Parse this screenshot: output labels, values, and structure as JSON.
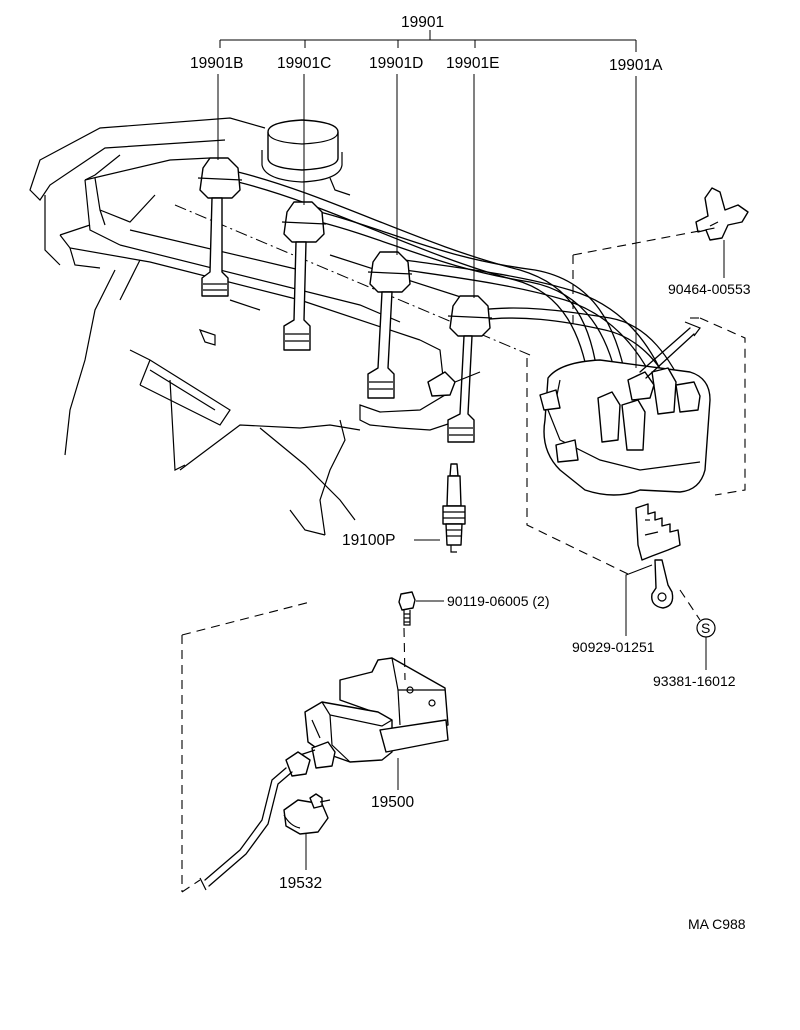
{
  "labels": {
    "assembly": "19901",
    "wire_b": "19901B",
    "wire_c": "19901C",
    "wire_d": "19901D",
    "wire_e": "19901E",
    "wire_a": "19901A",
    "clamp": "90464-00553",
    "spark_plug": "19100P",
    "bolt": "90119-06005 (2)",
    "bracket_terminal": "90929-01251",
    "screw": "93381-16012",
    "screw_marker": "S",
    "ignition_coil": "19500",
    "coil_cap": "19532",
    "figure_code": "MA C988"
  }
}
